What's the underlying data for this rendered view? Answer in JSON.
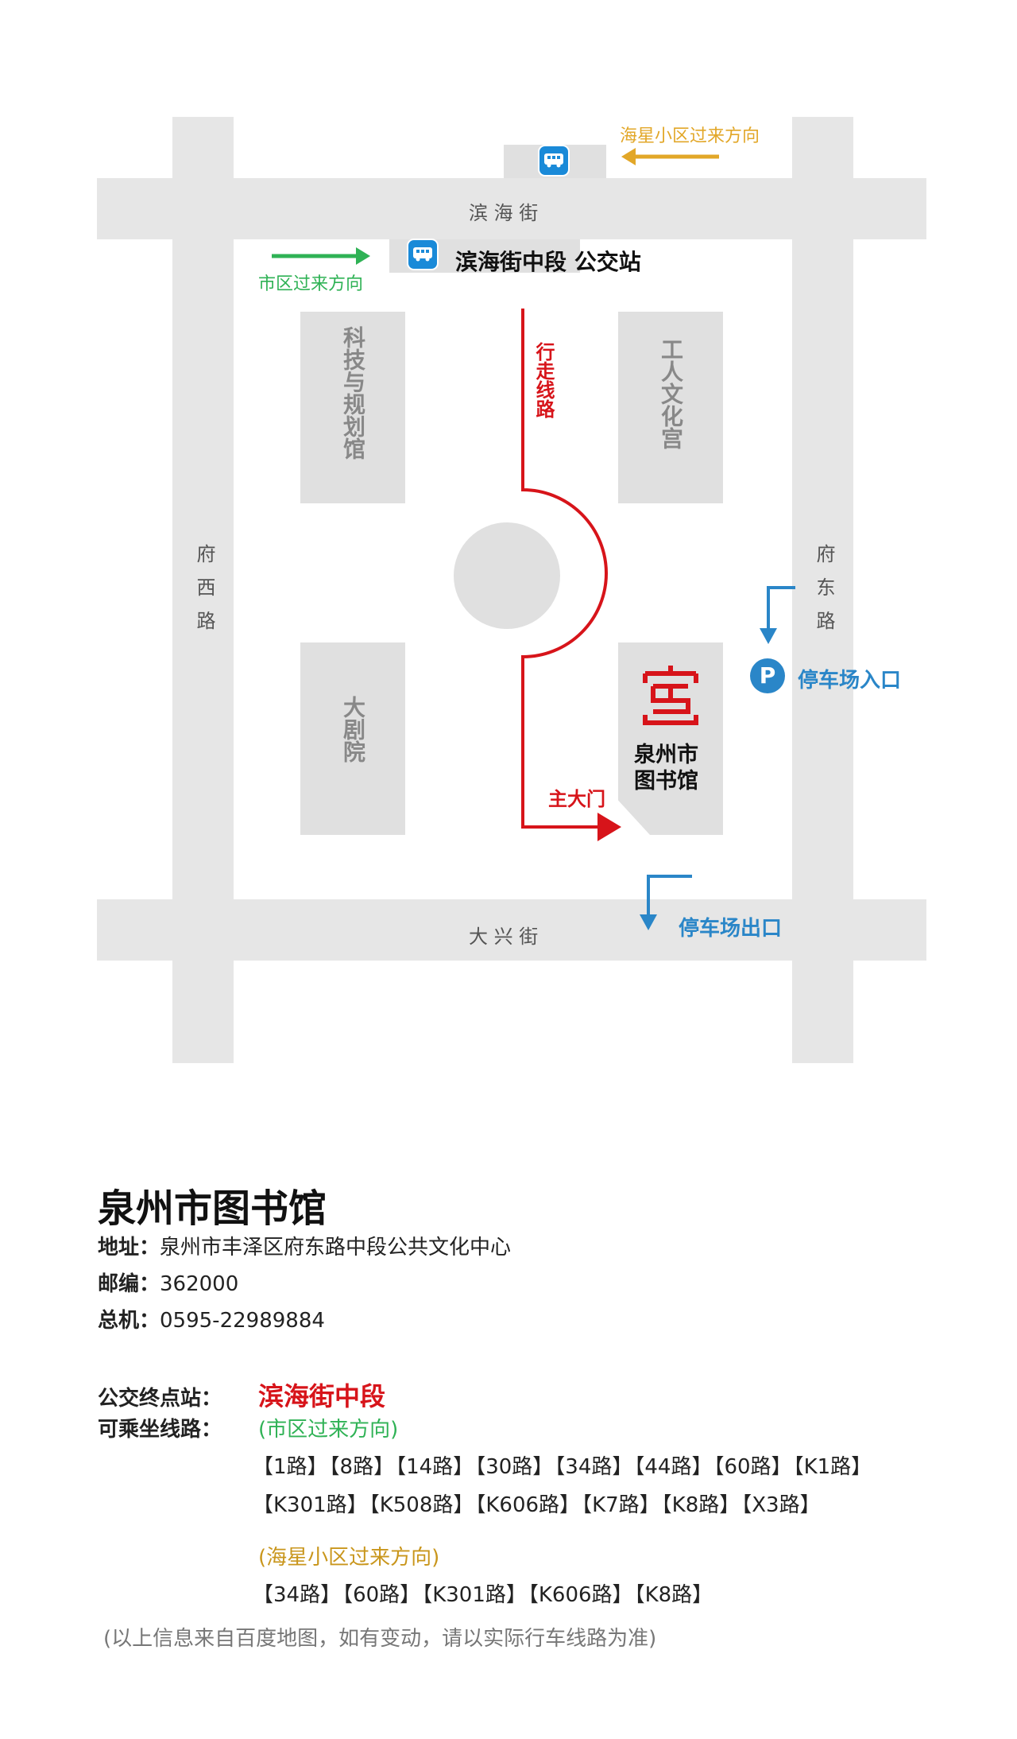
{
  "map": {
    "top_street": "滨 海 街",
    "bottom_street": "大 兴 街",
    "west_road": "府西路",
    "east_road": "府东路",
    "haixing_direction": "海星小区过来方向",
    "city_direction": "市区过来方向",
    "bus_stop": "滨海街中段 公交站",
    "building_tech": "科技与规划馆",
    "building_workers": "工人文化宫",
    "building_theater": "大剧院",
    "library_line1": "泉州市",
    "library_line2": "图书馆",
    "walk_route": "行走线路",
    "main_gate": "主大门",
    "parking_entry": "停车场入口",
    "parking_exit": "停车场出口",
    "parking_icon": "P",
    "colors": {
      "route": "#d7141a",
      "parking": "#2a86c8",
      "city": "#2fb255",
      "haixing": "#e2a728",
      "bus": "#1a8ad8"
    }
  },
  "info": {
    "title": "泉州市图书馆",
    "address_label": "地址：",
    "address": "泉州市丰泽区府东路中段公共文化中心",
    "postcode_label": "邮编：",
    "postcode": "362000",
    "phone_label": "总机：",
    "phone": "0595-22989884",
    "terminal_label": "公交终点站：",
    "terminal": "滨海街中段",
    "lines_label": "可乘坐线路：",
    "city_dir": "(市区过来方向)",
    "city_routes_1": [
      "【1路】",
      "【8路】",
      "【14路】",
      "【30路】",
      "【34路】",
      "【44路】",
      "【60路】",
      "【K1路】"
    ],
    "city_routes_2": [
      "【K301路】",
      "【K508路】",
      "【K606路】",
      "【K7路】",
      "【K8路】",
      "【X3路】"
    ],
    "haixing_dir": "(海星小区过来方向)",
    "haixing_routes": [
      "【34路】",
      "【60路】",
      "【K301路】",
      "【K606路】",
      "【K8路】"
    ],
    "note": "(以上信息来自百度地图，如有变动，请以实际行车线路为准)"
  }
}
